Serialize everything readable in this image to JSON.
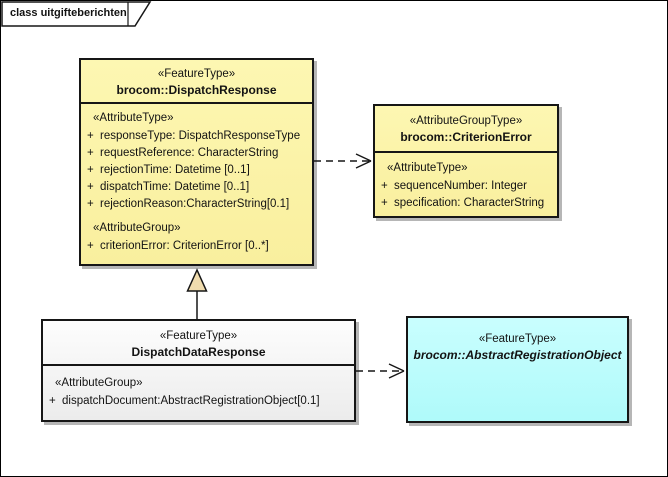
{
  "frame": {
    "label": "class uitgifteberichten"
  },
  "colors": {
    "class_fill": "#F9EF9E",
    "abstract_class_fill": "#B5FDFD",
    "neutral_class_fill": "#F0F0F0",
    "generalization_arrow_fill": "#F0DCAE",
    "border": "#161616",
    "shadow": "#B6B6B6"
  },
  "classes": {
    "dispatchResponse": {
      "stereotype": "«FeatureType»",
      "name": "brocom::DispatchResponse",
      "attr_type_heading": "«AttributeType»",
      "attr_group_heading": "«AttributeGroup»",
      "attributes": [
        {
          "vis": "+",
          "text": "responseType: DispatchResponseType"
        },
        {
          "vis": "+",
          "text": "requestReference: CharacterString"
        },
        {
          "vis": "+",
          "text": "rejectionTime: Datetime [0..1]"
        },
        {
          "vis": "+",
          "text": "dispatchTime: Datetime [0..1]"
        },
        {
          "vis": "+",
          "text": "rejectionReason:CharacterString[0.1]"
        }
      ],
      "group_attributes": [
        {
          "vis": "+",
          "text": "criterionError: CriterionError [0..*]"
        }
      ]
    },
    "criterionError": {
      "stereotype": "«AttributeGroupType»",
      "name": "brocom::CriterionError",
      "attr_type_heading": "«AttributeType»",
      "attributes": [
        {
          "vis": "+",
          "text": "sequenceNumber: Integer"
        },
        {
          "vis": "+",
          "text": "specification: CharacterString"
        }
      ]
    },
    "dispatchDataResponse": {
      "stereotype": "«FeatureType»",
      "name": "DispatchDataResponse",
      "attr_group_heading": "«AttributeGroup»",
      "group_attributes": [
        {
          "vis": "+",
          "text": "dispatchDocument:AbstractRegistrationObject[0.1]"
        }
      ]
    },
    "abstractRegistrationObject": {
      "stereotype": "«FeatureType»",
      "name": "brocom::AbstractRegistrationObject"
    }
  },
  "relationships": [
    {
      "type": "dependency",
      "from": "brocom::DispatchResponse",
      "to": "brocom::CriterionError",
      "line": "dashed",
      "arrowhead": "open"
    },
    {
      "type": "generalization",
      "from": "DispatchDataResponse",
      "to": "brocom::DispatchResponse",
      "line": "solid",
      "arrowhead": "closed-triangle"
    },
    {
      "type": "dependency",
      "from": "DispatchDataResponse",
      "to": "brocom::AbstractRegistrationObject",
      "line": "dashed",
      "arrowhead": "open"
    }
  ]
}
